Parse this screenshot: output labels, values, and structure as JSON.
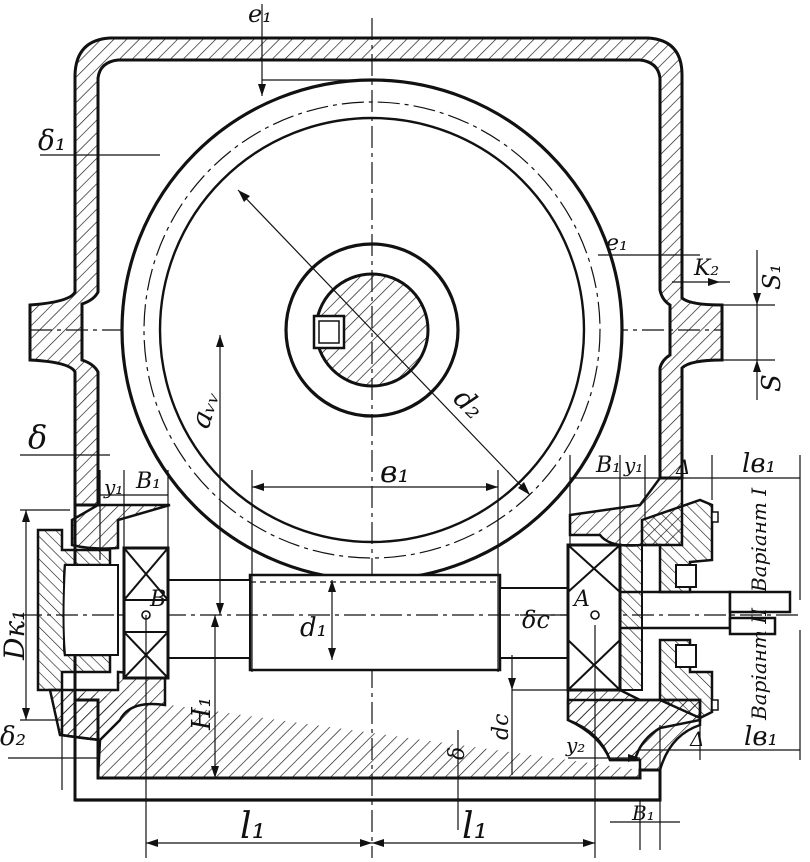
{
  "labels": {
    "e1_top": "e₁",
    "delta1": "δ₁",
    "e1_right": "e₁",
    "k2": "K₂",
    "s1": "S₁",
    "s": "S",
    "aw": "aᵥᵥ",
    "d2": "d₂",
    "delta": "δ",
    "b1_gear": "в₁",
    "y1_left": "y₁",
    "b1_left": "B₁",
    "b1_right": "B₁",
    "y1_right": "y₁",
    "delta_tri_top": "Δ",
    "lb1_top": "lв₁",
    "variant1": "Варіант I",
    "dk1": "Dк₁",
    "point_b": "B",
    "d1": "d₁",
    "deltac": "δc",
    "point_a": "A",
    "h1": "H₁",
    "dc": "dc",
    "delta2": "δ₂",
    "delta_small": "δ",
    "y2": "y₂",
    "delta_tri_bottom": "Δ",
    "lb1_bottom": "lв₁",
    "variant2": "Варіант II",
    "b1_bottom": "B₁",
    "l1_left": "l₁",
    "l1_right": "l₁"
  }
}
